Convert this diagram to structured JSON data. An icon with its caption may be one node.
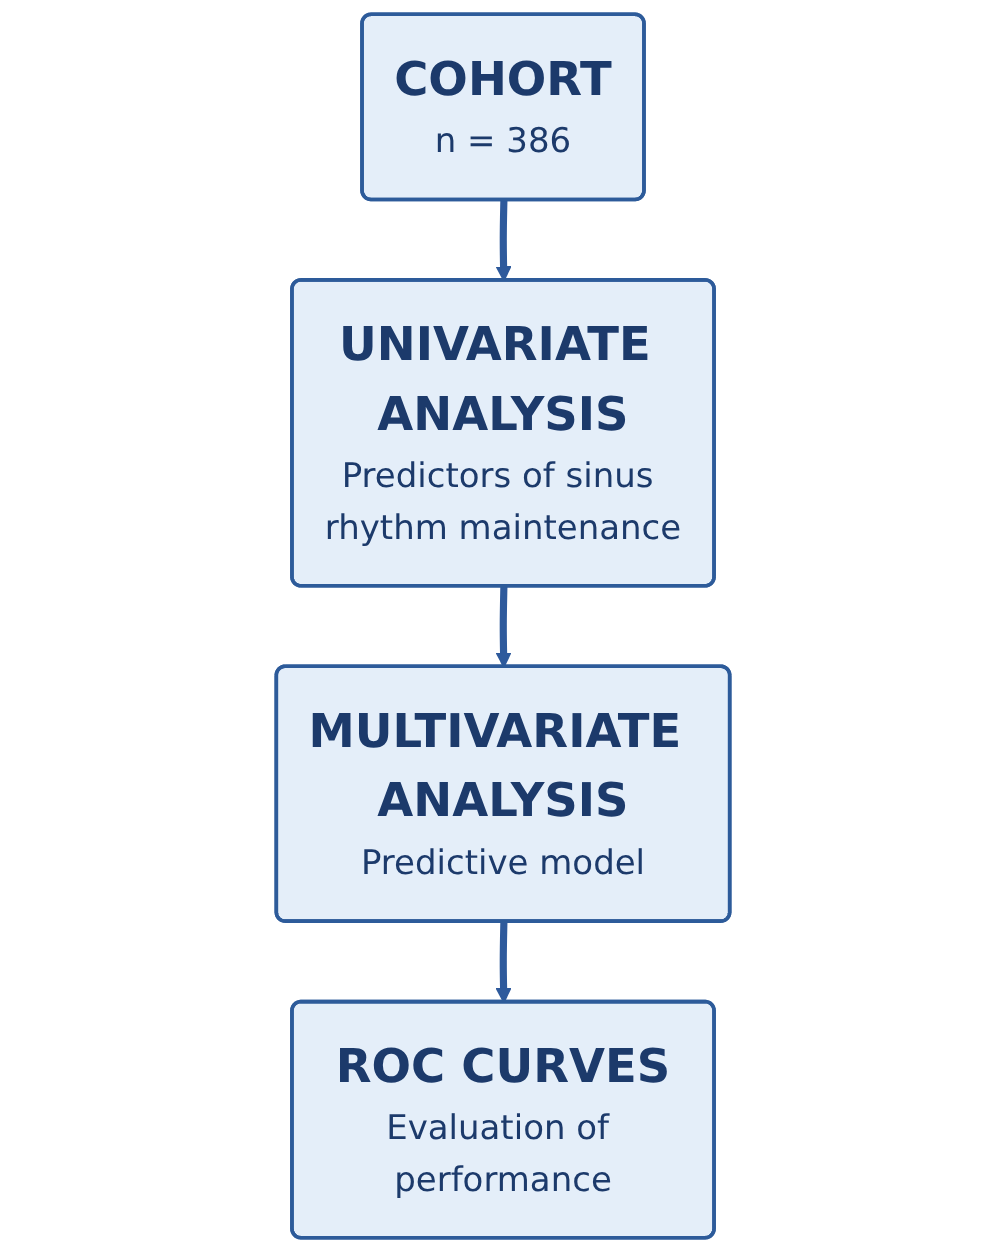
{
  "diagram": {
    "nodes": [
      {
        "text": [
          "COHORT",
          "n = 386"
        ]
      },
      {
        "text": [
          "UNIVARIATE ANALYSIS",
          "Predictors of sinus rhythm maintenance"
        ]
      },
      {
        "text": [
          "MULTIVARIATE ANALYSIS",
          "Predictive model"
        ]
      },
      {
        "text": [
          "ROC CURVES",
          "Evaluation of performance"
        ]
      }
    ],
    "edges": [
      {
        "from": 0,
        "to": 1,
        "arrow": "to"
      },
      {
        "from": 1,
        "to": 2,
        "arrow": "to"
      },
      {
        "from": 2,
        "to": 3,
        "arrow": "to"
      }
    ]
  }
}
